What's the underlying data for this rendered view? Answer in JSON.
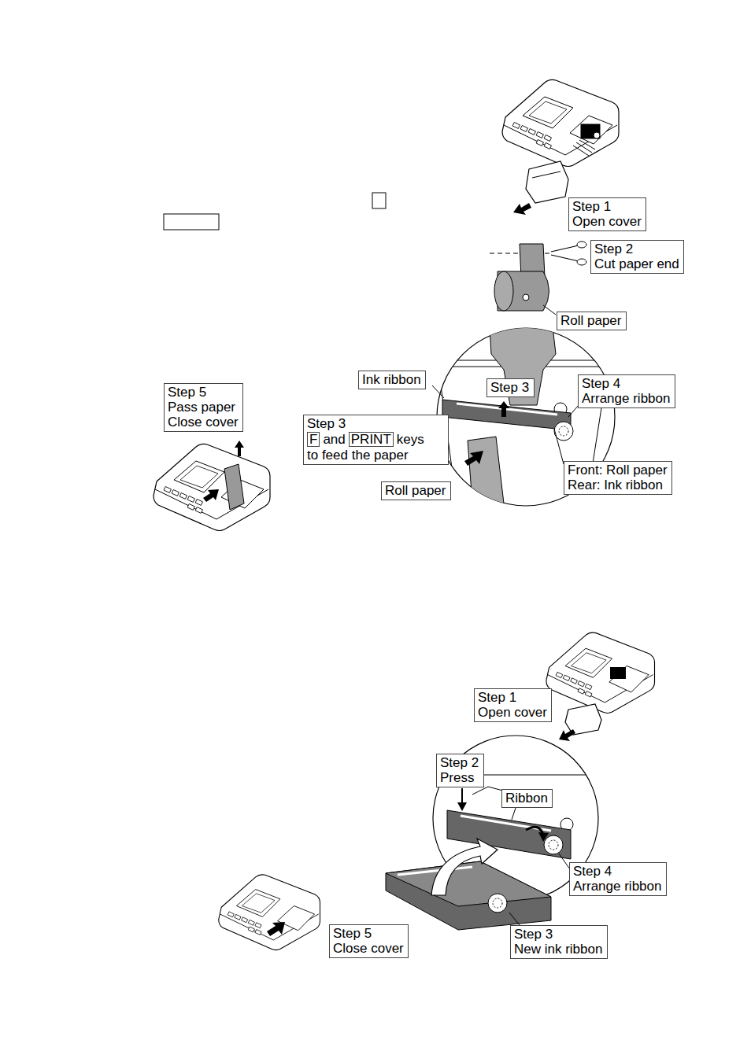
{
  "diagram": {
    "nodes": [
      {
        "text": [
          "Step 1 Open cover"
        ]
      },
      {
        "text": [
          "Step 2 Cut paper end"
        ]
      },
      {
        "text": [
          "Roll paper"
        ]
      },
      {
        "text": [
          "Ink ribbon"
        ]
      },
      {
        "text": [
          "Step 3"
        ]
      },
      {
        "text": [
          "Step 4 Arrange ribbon"
        ]
      },
      {
        "text": [
          "Step 5 Pass paper Close cover"
        ]
      },
      {
        "text": [
          "Step 3",
          "and",
          "keys",
          "to feed the paper"
        ]
      },
      {
        "text": [
          "F"
        ],
        "in": 7
      },
      {
        "text": [
          "PRINT"
        ],
        "in": 7
      },
      {
        "text": [
          "Front: Roll paper",
          "Rear: Ink ribbon"
        ]
      },
      {
        "text": [
          "Roll paper"
        ]
      },
      {
        "text": [
          "Step 1 Open cover"
        ]
      },
      {
        "text": [
          "Step 2 Press"
        ]
      },
      {
        "text": [
          "Ribbon"
        ]
      },
      {
        "text": [
          "Step 4 Arrange ribbon"
        ]
      },
      {
        "text": [
          "Step 5 Close cover"
        ]
      },
      {
        "text": [
          "Step 3 New ink ribbon"
        ]
      }
    ]
  }
}
